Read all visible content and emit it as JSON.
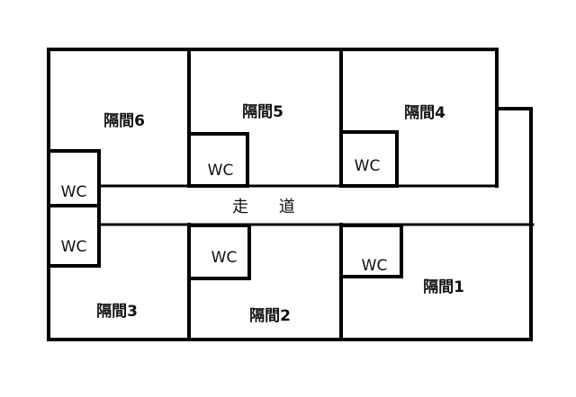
{
  "floorplan": {
    "corridor_label": "走 道",
    "rooms": [
      {
        "label": "隔間1",
        "wc": "WC"
      },
      {
        "label": "隔間2",
        "wc": "WC"
      },
      {
        "label": "隔間3",
        "wc": "WC"
      },
      {
        "label": "隔間4",
        "wc": "WC"
      },
      {
        "label": "隔間5",
        "wc": "WC"
      },
      {
        "label": "隔間6",
        "wc": "WC"
      }
    ]
  }
}
